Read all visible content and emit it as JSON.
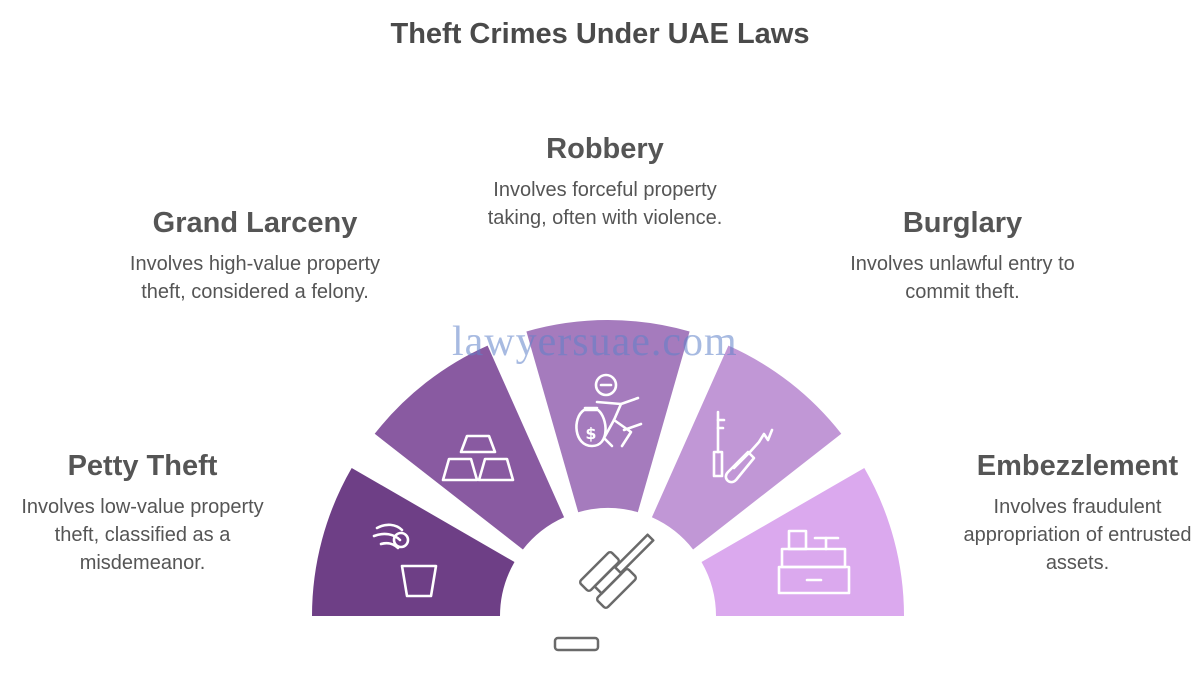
{
  "title": "Theft Crimes Under UAE Laws",
  "watermark": "lawyersuae.com",
  "center_icon": "gavel-icon",
  "segments": [
    {
      "title": "Petty Theft",
      "description": "Involves low-value property theft, classified as a misdemeanor.",
      "icon": "hand-dropping-coin-icon",
      "color": "#6e3f86"
    },
    {
      "title": "Grand Larceny",
      "description": "Involves high-value property theft, considered a felony.",
      "icon": "gold-bars-icon",
      "color": "#895aa1"
    },
    {
      "title": "Robbery",
      "description": "Involves forceful property taking, often with violence.",
      "icon": "thief-with-money-bag-icon",
      "color": "#a57bbd"
    },
    {
      "title": "Burglary",
      "description": "Involves unlawful entry to commit theft.",
      "icon": "lock-pick-icon",
      "color": "#c197d6"
    },
    {
      "title": "Embezzlement",
      "description": "Involves fraudulent appropriation of entrusted assets.",
      "icon": "cash-register-icon",
      "color": "#dba9ee"
    }
  ]
}
